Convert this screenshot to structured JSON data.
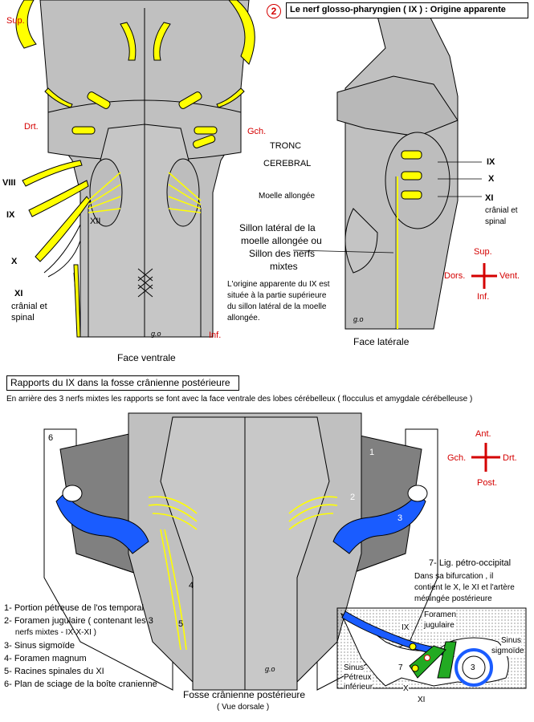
{
  "header": {
    "number": "2",
    "title": "Le nerf glosso-pharyngien  ( IX ) : Origine apparente"
  },
  "ventral": {
    "sup": "Sup.",
    "drt": "Drt.",
    "gch": "Gch.",
    "inf": "Inf.",
    "viii": "VIII",
    "ix": "IX",
    "x": "X",
    "xi": "XI",
    "xi_sub1": "crânial et",
    "xi_sub2": "spinal",
    "xii": "XII",
    "signature": "g.o",
    "caption": "Face ventrale"
  },
  "middle": {
    "tronc": "TRONC",
    "cerebral": "CEREBRAL",
    "moelle": "Moelle allongée",
    "sillon1": "Sillon latéral de la",
    "sillon2": "moelle allongée ou",
    "sillon3": "Sillon des nerfs",
    "sillon4": "mixtes",
    "note1": "L'origine apparente du IX est",
    "note2": "située à la partie supérieure",
    "note3": "du sillon latéral de la moelle",
    "note4": "allongée."
  },
  "lateral": {
    "ix": "IX",
    "x": "X",
    "xi": "XI",
    "xi_sub1": "crânial et",
    "xi_sub2": "spinal",
    "sup": "Sup.",
    "dors": "Dors.",
    "vent": "Vent.",
    "inf": "Inf.",
    "signature": "g.o",
    "caption": "Face latérale"
  },
  "section2": {
    "title": "Rapports du IX dans la fosse crânienne postérieure",
    "subtitle": "En arrière des 3 nerfs mixtes les rapports se font avec la face ventrale des lobes cérébelleux ( flocculus et  amygdale  cérébelleuse )",
    "ant": "Ant.",
    "gch": "Gch.",
    "drt": "Drt.",
    "post": "Post.",
    "n1": "1",
    "n2": "2",
    "n3": "3",
    "n4": "4",
    "n5": "5",
    "n6": "6",
    "signature": "g.o",
    "caption": "Fosse crânienne postérieure",
    "caption_sub": "( Vue dorsale )",
    "legend": [
      "1- Portion pétreuse de l'os temporal",
      "2- Foramen jugulaire  ( contenant les 3",
      "     nerfs mixtes - IX-X-XI )",
      "3- Sinus sigmoïde",
      "4- Foramen magnum",
      "5- Racines spinales du XI",
      "6- Plan de sciage de la boîte  cranienne"
    ],
    "lig1": "7- Lig. pétro-occipital",
    "lig2": "Dans sa bifurcation , il",
    "lig3": "contient le X, le XI et l'artère",
    "lig4": "méningée postérieure",
    "inset": {
      "ix": "IX",
      "foramen1": "Foramen",
      "foramen2": "jugulaire",
      "sinus_s1": "Sinus",
      "sinus_s2": "sigmoïde",
      "sinus_p1": "Sinus",
      "sinus_p2": "Pétreux",
      "sinus_p3": "inférieur",
      "n7": "7",
      "n3": "3",
      "x": "X",
      "xi": "XI"
    }
  },
  "colors": {
    "nerve": "#ffff00",
    "tissue": "#c0c0c0",
    "sinus": "#1a5cff",
    "ligament": "#22aa22",
    "accent": "#d40000"
  }
}
